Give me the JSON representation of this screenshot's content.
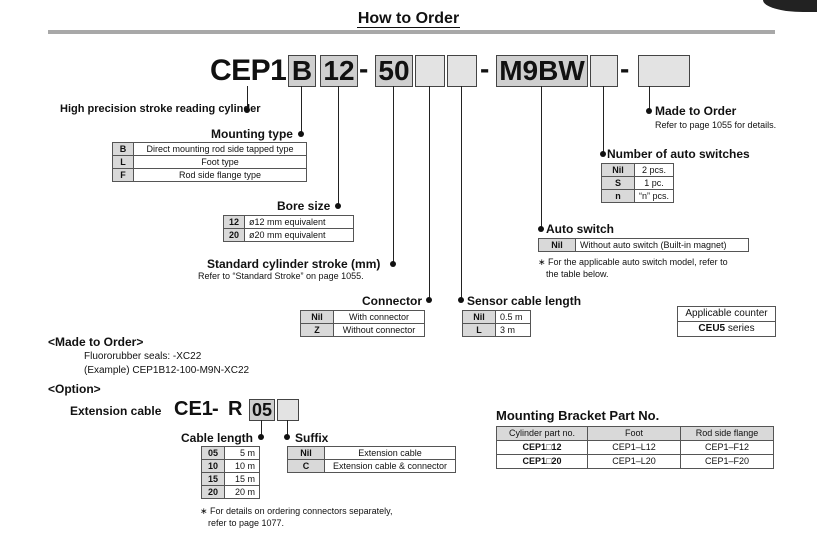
{
  "title": "How to Order",
  "code": {
    "prefix": "CEP1",
    "mounting": "B",
    "bore": "12",
    "dash": "-",
    "stroke": "50",
    "switch": "M9BW"
  },
  "sections": {
    "cylinder_label": "High precision stroke reading cylinder",
    "mounting_type": {
      "label": "Mounting type",
      "rows": [
        {
          "code": "B",
          "desc": "Direct mounting rod side tapped type"
        },
        {
          "code": "L",
          "desc": "Foot type"
        },
        {
          "code": "F",
          "desc": "Rod side flange type"
        }
      ]
    },
    "bore_size": {
      "label": "Bore size",
      "rows": [
        {
          "code": "12",
          "desc": "ø12 mm equivalent"
        },
        {
          "code": "20",
          "desc": "ø20 mm equivalent"
        }
      ]
    },
    "stroke": {
      "label": "Standard cylinder stroke (mm)",
      "note": "Refer to “Standard Stroke” on page 1055."
    },
    "connector": {
      "label": "Connector",
      "rows": [
        {
          "code": "Nil",
          "desc": "With connector"
        },
        {
          "code": "Z",
          "desc": "Without connector"
        }
      ]
    },
    "sensor_cable": {
      "label": "Sensor cable length",
      "rows": [
        {
          "code": "Nil",
          "desc": "0.5 m"
        },
        {
          "code": "L",
          "desc": "3 m"
        }
      ]
    },
    "made_to_order": {
      "label": "Made to Order",
      "note": "Refer to page 1055 for details."
    },
    "num_switches": {
      "label": "Number of auto switches",
      "rows": [
        {
          "code": "Nil",
          "desc": "2 pcs."
        },
        {
          "code": "S",
          "desc": "1 pc."
        },
        {
          "code": "n",
          "desc": "“n” pcs."
        }
      ]
    },
    "auto_switch": {
      "label": "Auto switch",
      "rows": [
        {
          "code": "Nil",
          "desc": "Without auto switch (Built-in magnet)"
        }
      ],
      "note1": "∗ For the applicable auto switch model, refer to",
      "note2": "the table below."
    },
    "counter": {
      "top": "Applicable counter",
      "bottom_bold": "CEU5",
      "bottom_rest": " series"
    }
  },
  "mto_block": {
    "heading": "<Made to Order>",
    "line1": "Fluororubber seals: -XC22",
    "line2": "(Example) CEP1B12-100-M9N-XC22"
  },
  "option": {
    "heading": "<Option>",
    "ext_label": "Extension cable",
    "code_prefix": "CE1",
    "code_r": "R",
    "code_len": "05",
    "cable_length": {
      "label": "Cable length",
      "rows": [
        {
          "code": "05",
          "desc": "5 m"
        },
        {
          "code": "10",
          "desc": "10 m"
        },
        {
          "code": "15",
          "desc": "15 m"
        },
        {
          "code": "20",
          "desc": "20 m"
        }
      ]
    },
    "suffix": {
      "label": "Suffix",
      "rows": [
        {
          "code": "Nil",
          "desc": "Extension cable"
        },
        {
          "code": "C",
          "desc": "Extension cable & connector"
        }
      ]
    },
    "note1": "∗ For details on ordering connectors separately,",
    "note2": "refer to page 1077."
  },
  "bracket": {
    "heading": "Mounting Bracket Part No.",
    "headers": [
      "Cylinder part no.",
      "Foot",
      "Rod side flange"
    ],
    "rows": [
      {
        "part": "CEP1□12",
        "foot": "CEP1–L12",
        "flange": "CEP1–F12"
      },
      {
        "part": "CEP1□20",
        "foot": "CEP1–L20",
        "flange": "CEP1–F20"
      }
    ]
  }
}
